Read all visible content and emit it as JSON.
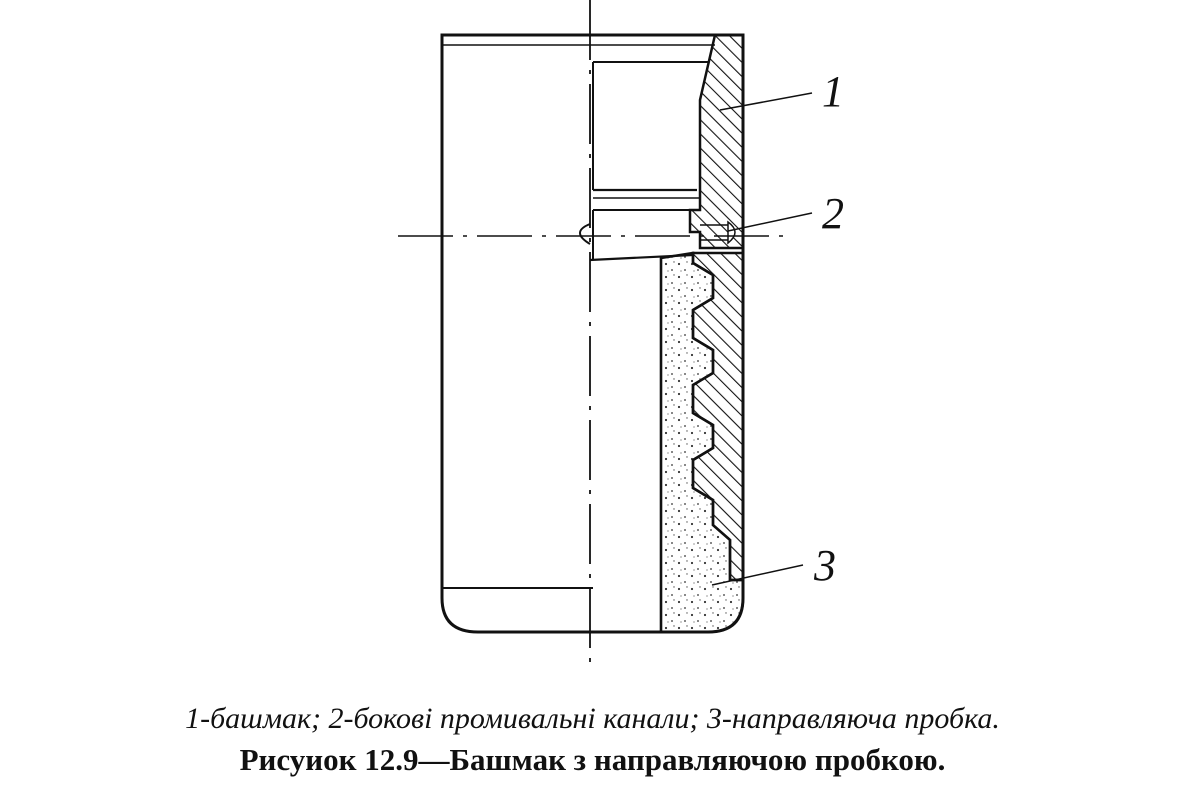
{
  "callouts": {
    "c1": "1",
    "c2": "2",
    "c3": "3"
  },
  "caption": {
    "legend": "1-башмак; 2-бокові промивальні канали; 3-направляюча пробка.",
    "title": "Рисуиок 12.9—Башмак з направляючою пробкою."
  },
  "colors": {
    "line": "#111111",
    "background": "#ffffff"
  }
}
